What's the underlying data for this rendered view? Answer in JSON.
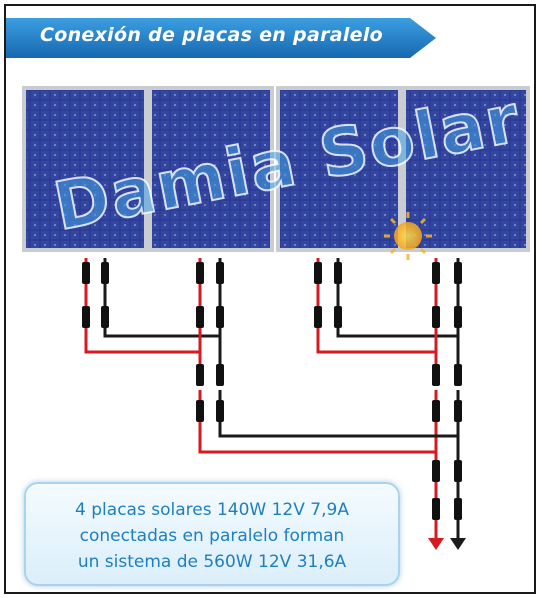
{
  "title": "Conexión de placas en paralelo",
  "watermark": "Damia Solar",
  "caption": {
    "line1": "4 placas solares 140W 12V 7,9A",
    "line2": "conectadas en paralelo forman",
    "line3": "un sistema de 560W 12V 31,6A"
  },
  "colors": {
    "banner": "#1e7fc7",
    "panel_cell": "#2f3d9a",
    "panel_frame": "#c9ccd1",
    "wire_positive": "#d71920",
    "wire_negative": "#1a1a1a",
    "caption_text": "#1e7fc0"
  },
  "panels": [
    {
      "name": "panel-1"
    },
    {
      "name": "panel-2"
    },
    {
      "name": "panel-3"
    },
    {
      "name": "panel-4"
    }
  ],
  "output_arrows": [
    "positive",
    "negative"
  ]
}
